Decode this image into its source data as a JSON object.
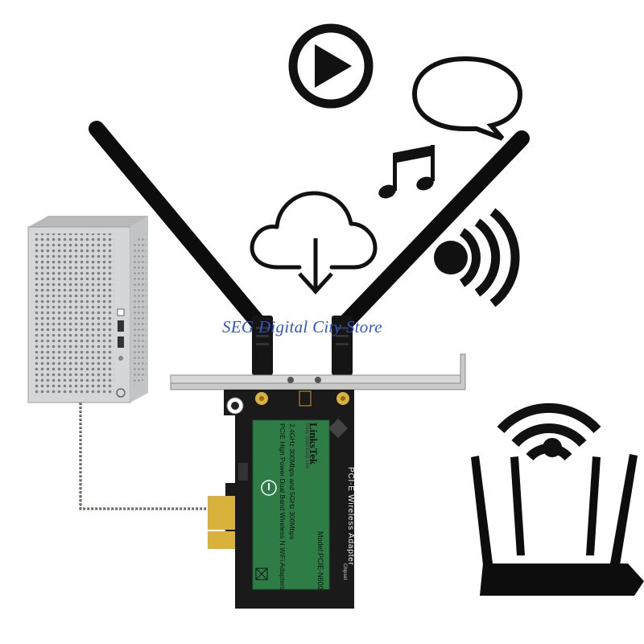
{
  "watermark": "SEG Digital City Store",
  "card_label": {
    "brand": "LinksTek",
    "tagline": "Easy Steal Easy Link",
    "spec_line1": "2.4GHz 300Mbps and 5GHz 300Mbps",
    "spec_line2": "PCIE High Power Dual Band Wireless N WiFi Adapters",
    "model": "Model:PCIE-N600"
  },
  "pcb": {
    "title": "PCI-E Wireless Adapter",
    "subtitle": "Chipset"
  },
  "icons": [
    "play-icon",
    "speech-bubble-icon",
    "music-note-icon",
    "cloud-download-icon",
    "signal-waves-icon",
    "wifi-icon"
  ],
  "colors": {
    "label_green": "#2e7d46",
    "pcb_black": "#1a1a1a",
    "bracket_silver": "#c9c9c9",
    "watermark_blue": "#2f56c6",
    "pc_case_silver": "#d4d6d8",
    "gold_contacts": "#d8b23a"
  }
}
